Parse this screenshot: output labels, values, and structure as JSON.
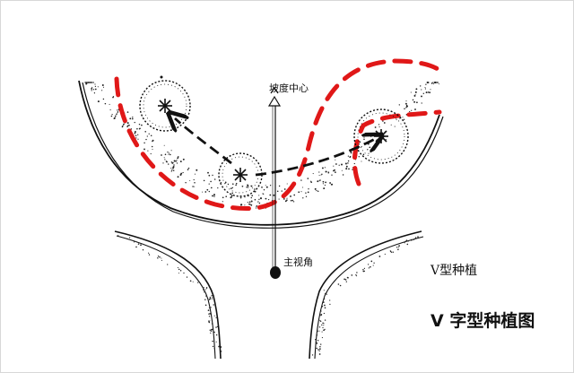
{
  "diagram": {
    "labels": {
      "slope_center": "坡度中心",
      "main_view": "主视角",
      "v_planting": "V型种植",
      "title": "V 字型种植图"
    },
    "colors": {
      "ink": "#111111",
      "red_path": "#e01818",
      "background": "#ffffff"
    }
  }
}
